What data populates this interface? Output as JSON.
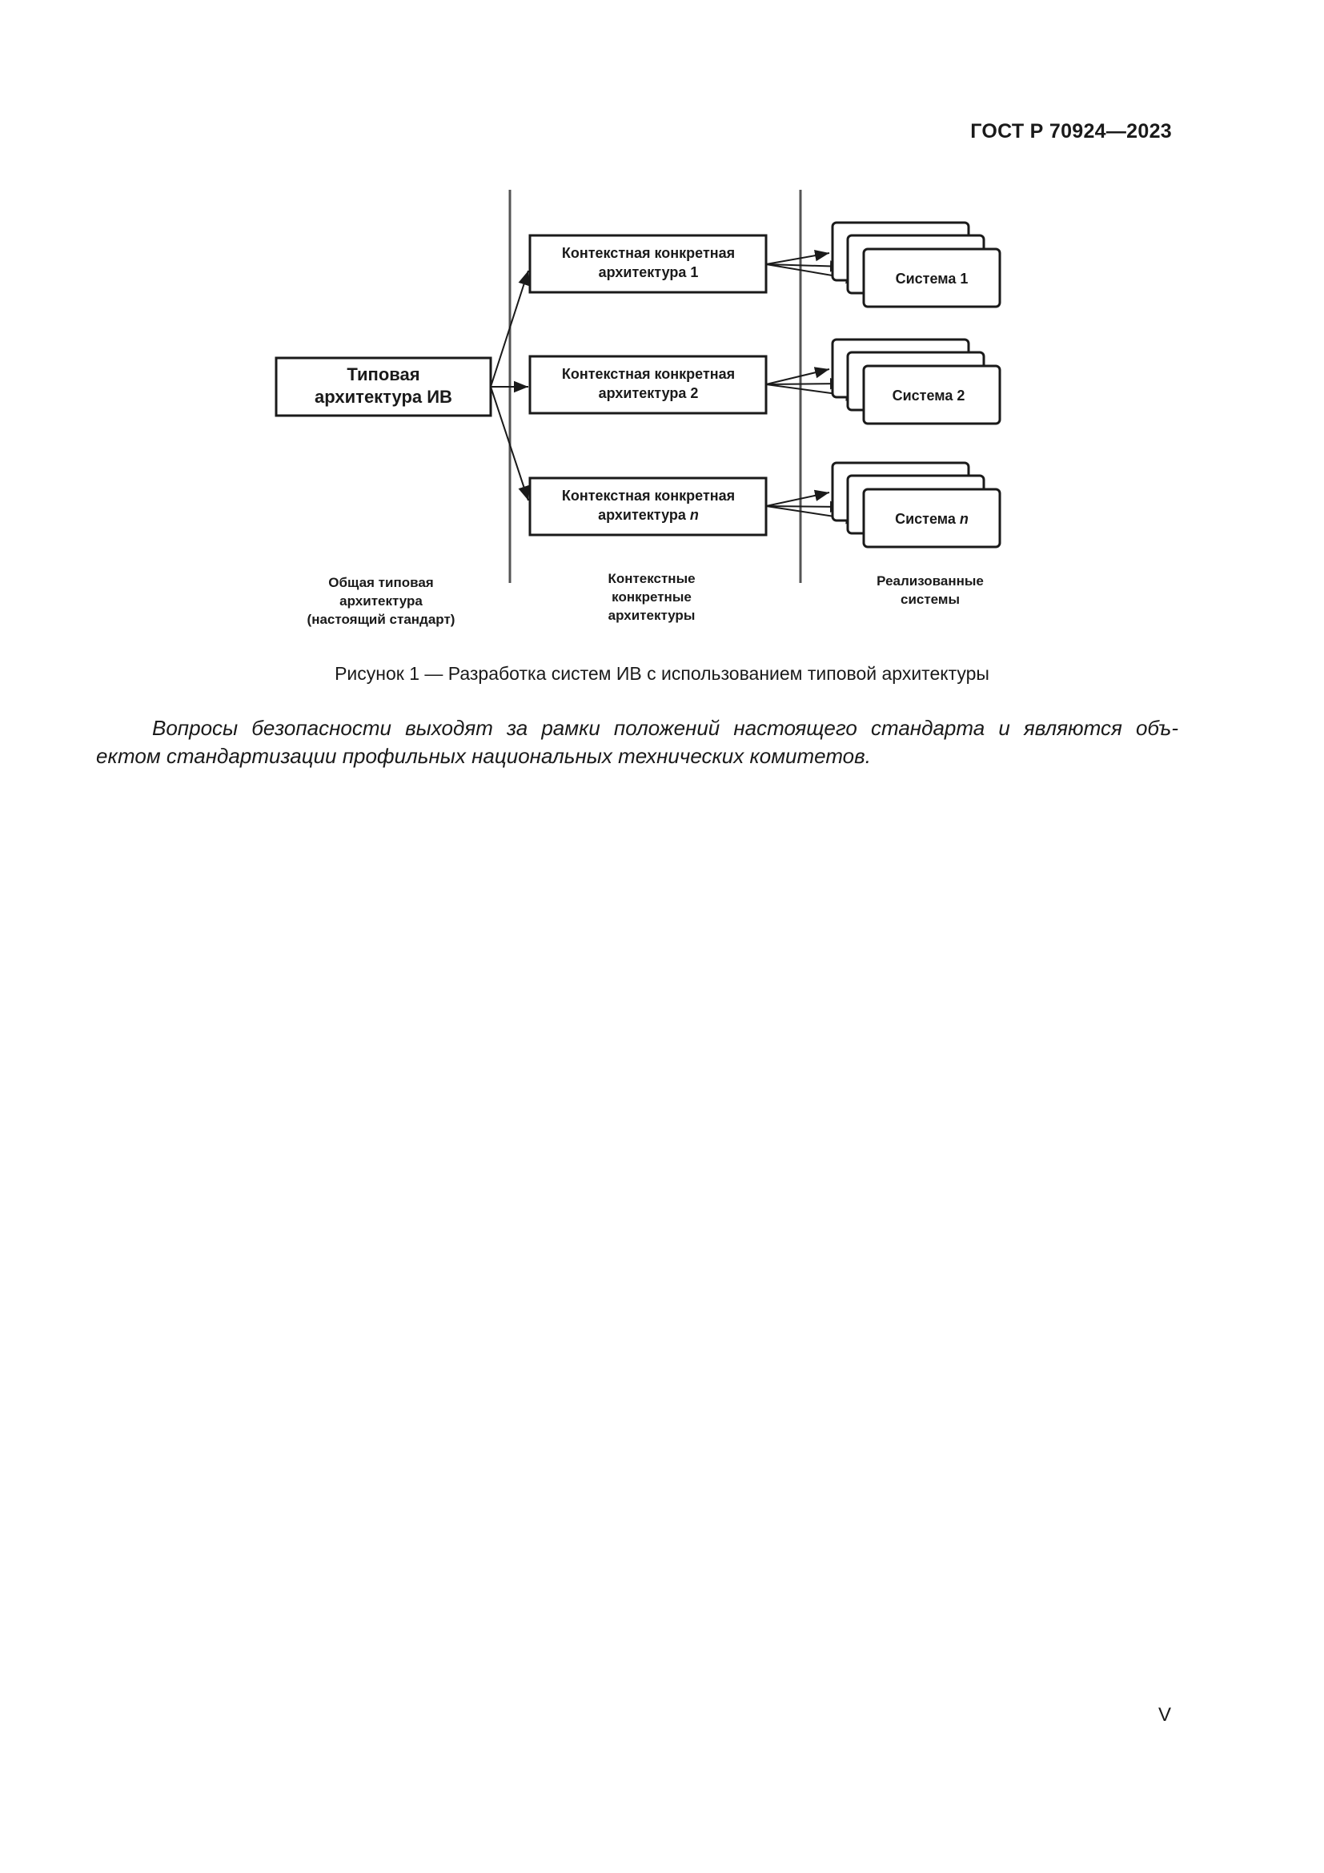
{
  "header": {
    "doc_code": "ГОСТ Р 70924—2023"
  },
  "figure": {
    "main_box": {
      "line1": "Типовая",
      "line2": "архитектура ИВ"
    },
    "context_boxes": [
      {
        "line1": "Контекстная конкретная",
        "line2": "архитектура 1"
      },
      {
        "line1": "Контекстная конкретная",
        "line2": "архитектура  2"
      },
      {
        "line1": "Контекстная конкретная",
        "line2_prefix": "архитектура ",
        "line2_var": "n"
      }
    ],
    "system_boxes": [
      {
        "label": "Система 1"
      },
      {
        "label": "Система 2"
      },
      {
        "label_prefix": "Система ",
        "label_var": "n"
      }
    ],
    "column_labels": {
      "col1": [
        "Общая типовая",
        "архитектура",
        "(настоящий стандарт)"
      ],
      "col2": [
        "Контекстные",
        "конкретные",
        "архитектуры"
      ],
      "col3": [
        "Реализованные",
        "системы"
      ]
    },
    "caption": "Рисунок 1 — Разработка систем ИВ с использованием типовой архитектуры"
  },
  "body": {
    "para_line1": "Вопросы безопасности выходят за рамки положений настоящего стандарта и являются объ-",
    "para_line2": "ектом стандартизации профильных национальных технических комитетов."
  },
  "footer": {
    "page_number": "V"
  }
}
